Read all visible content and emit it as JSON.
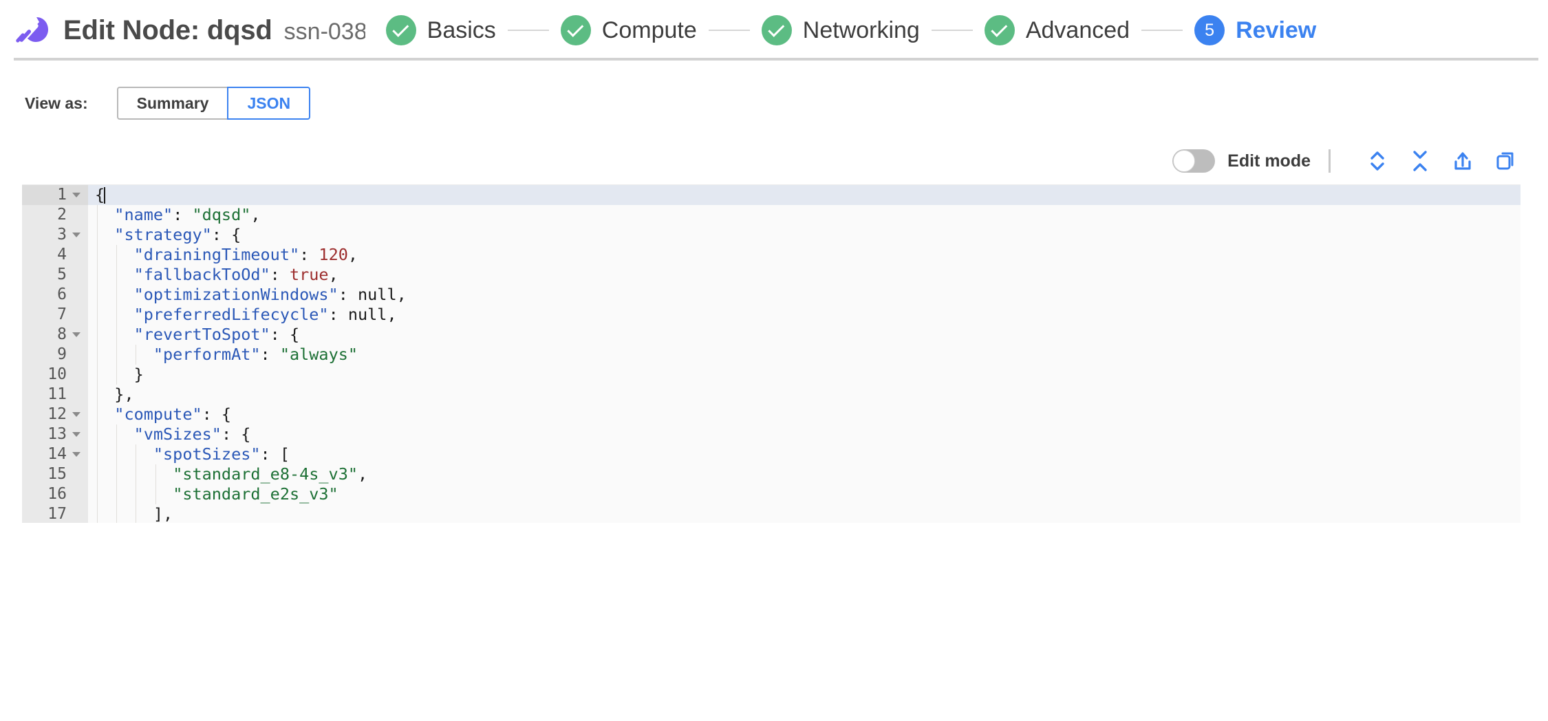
{
  "header": {
    "logo_icon": "spot-rocket-logo-icon",
    "title": "Edit Node: dqsd",
    "node_id": "ssn-038",
    "steps": [
      {
        "label": "Basics",
        "state": "done",
        "badge": "check-icon"
      },
      {
        "label": "Compute",
        "state": "done",
        "badge": "check-icon"
      },
      {
        "label": "Networking",
        "state": "done",
        "badge": "check-icon"
      },
      {
        "label": "Advanced",
        "state": "done",
        "badge": "check-icon"
      },
      {
        "label": "Review",
        "state": "active",
        "badge": "5"
      }
    ]
  },
  "view_as": {
    "label": "View as:",
    "options": [
      {
        "label": "Summary",
        "selected": false
      },
      {
        "label": "JSON",
        "selected": true
      }
    ]
  },
  "editor_toolbar": {
    "edit_mode_label": "Edit mode",
    "edit_mode_on": false,
    "icons": [
      {
        "name": "expand-all-icon",
        "title": "Expand all"
      },
      {
        "name": "collapse-all-icon",
        "title": "Collapse all"
      },
      {
        "name": "export-icon",
        "title": "Export"
      },
      {
        "name": "copy-icon",
        "title": "Copy"
      }
    ]
  },
  "json_editor": {
    "active_line": 1,
    "lines": [
      {
        "n": 1,
        "fold": true,
        "indent": 0,
        "tokens": [
          {
            "t": "punct",
            "v": "{"
          }
        ],
        "caret": true
      },
      {
        "n": 2,
        "fold": false,
        "indent": 1,
        "tokens": [
          {
            "t": "key",
            "v": "\"name\""
          },
          {
            "t": "punct",
            "v": ": "
          },
          {
            "t": "str",
            "v": "\"dqsd\""
          },
          {
            "t": "punct",
            "v": ","
          }
        ]
      },
      {
        "n": 3,
        "fold": true,
        "indent": 1,
        "tokens": [
          {
            "t": "key",
            "v": "\"strategy\""
          },
          {
            "t": "punct",
            "v": ": {"
          }
        ]
      },
      {
        "n": 4,
        "fold": false,
        "indent": 2,
        "tokens": [
          {
            "t": "key",
            "v": "\"drainingTimeout\""
          },
          {
            "t": "punct",
            "v": ": "
          },
          {
            "t": "num",
            "v": "120"
          },
          {
            "t": "punct",
            "v": ","
          }
        ]
      },
      {
        "n": 5,
        "fold": false,
        "indent": 2,
        "tokens": [
          {
            "t": "key",
            "v": "\"fallbackToOd\""
          },
          {
            "t": "punct",
            "v": ": "
          },
          {
            "t": "bool",
            "v": "true"
          },
          {
            "t": "punct",
            "v": ","
          }
        ]
      },
      {
        "n": 6,
        "fold": false,
        "indent": 2,
        "tokens": [
          {
            "t": "key",
            "v": "\"optimizationWindows\""
          },
          {
            "t": "punct",
            "v": ": "
          },
          {
            "t": "null",
            "v": "null"
          },
          {
            "t": "punct",
            "v": ","
          }
        ]
      },
      {
        "n": 7,
        "fold": false,
        "indent": 2,
        "tokens": [
          {
            "t": "key",
            "v": "\"preferredLifecycle\""
          },
          {
            "t": "punct",
            "v": ": "
          },
          {
            "t": "null",
            "v": "null"
          },
          {
            "t": "punct",
            "v": ","
          }
        ]
      },
      {
        "n": 8,
        "fold": true,
        "indent": 2,
        "tokens": [
          {
            "t": "key",
            "v": "\"revertToSpot\""
          },
          {
            "t": "punct",
            "v": ": {"
          }
        ]
      },
      {
        "n": 9,
        "fold": false,
        "indent": 3,
        "tokens": [
          {
            "t": "key",
            "v": "\"performAt\""
          },
          {
            "t": "punct",
            "v": ": "
          },
          {
            "t": "str",
            "v": "\"always\""
          }
        ]
      },
      {
        "n": 10,
        "fold": false,
        "indent": 2,
        "tokens": [
          {
            "t": "punct",
            "v": "}"
          }
        ]
      },
      {
        "n": 11,
        "fold": false,
        "indent": 1,
        "tokens": [
          {
            "t": "punct",
            "v": "},"
          }
        ]
      },
      {
        "n": 12,
        "fold": true,
        "indent": 1,
        "tokens": [
          {
            "t": "key",
            "v": "\"compute\""
          },
          {
            "t": "punct",
            "v": ": {"
          }
        ]
      },
      {
        "n": 13,
        "fold": true,
        "indent": 2,
        "tokens": [
          {
            "t": "key",
            "v": "\"vmSizes\""
          },
          {
            "t": "punct",
            "v": ": {"
          }
        ]
      },
      {
        "n": 14,
        "fold": true,
        "indent": 3,
        "tokens": [
          {
            "t": "key",
            "v": "\"spotSizes\""
          },
          {
            "t": "punct",
            "v": ": ["
          }
        ]
      },
      {
        "n": 15,
        "fold": false,
        "indent": 4,
        "tokens": [
          {
            "t": "str",
            "v": "\"standard_e8-4s_v3\""
          },
          {
            "t": "punct",
            "v": ","
          }
        ]
      },
      {
        "n": 16,
        "fold": false,
        "indent": 4,
        "tokens": [
          {
            "t": "str",
            "v": "\"standard_e2s_v3\""
          }
        ]
      },
      {
        "n": 17,
        "fold": false,
        "indent": 3,
        "tokens": [
          {
            "t": "punct",
            "v": "],"
          }
        ]
      }
    ]
  },
  "colors": {
    "accent_blue": "#3b82f0",
    "success_green": "#5cbc83",
    "logo_purple": "#7c5cf0",
    "json_key": "#2b58b7",
    "json_string": "#1d7035",
    "json_number": "#9c2c2c",
    "active_line_bg": "#e3e8f1"
  }
}
